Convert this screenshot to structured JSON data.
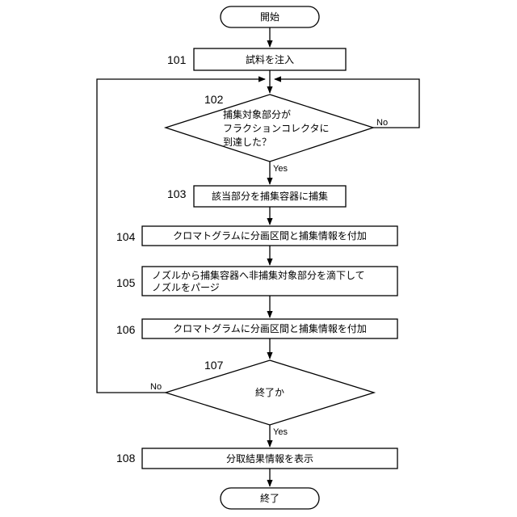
{
  "start": "開始",
  "end": "終了",
  "steps": [
    {
      "num": "101",
      "lines": [
        "試料を注入"
      ]
    },
    {
      "num": "102",
      "lines": [
        "捕集対象部分が",
        "フラクションコレクタに",
        "到達した？"
      ]
    },
    {
      "num": "103",
      "lines": [
        "該当部分を捕集容器に捕集"
      ]
    },
    {
      "num": "104",
      "lines": [
        "クロマトグラムに分画区間と捕集情報を付加"
      ]
    },
    {
      "num": "105",
      "lines": [
        "ノズルから捕集容器へ非捕集対象部分を滴下して",
        "ノズルをパージ"
      ]
    },
    {
      "num": "106",
      "lines": [
        "クロマトグラムに分画区間と捕集情報を付加"
      ]
    },
    {
      "num": "107",
      "lines": [
        "終了か"
      ]
    },
    {
      "num": "108",
      "lines": [
        "分取結果情報を表示"
      ]
    }
  ],
  "branches": {
    "yes": "Yes",
    "no": "No"
  }
}
